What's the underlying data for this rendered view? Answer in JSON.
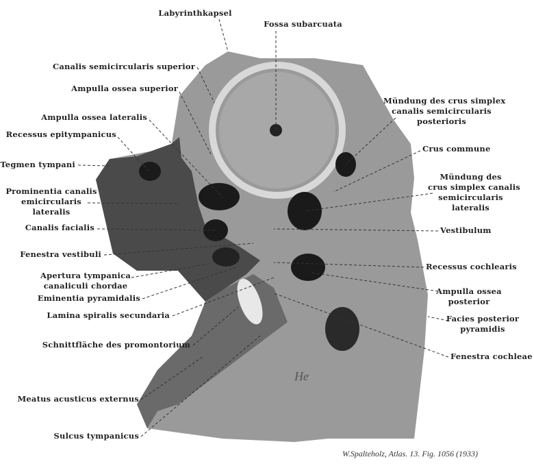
{
  "labels": {
    "labyrinthkapsel": "Labyrinthkapsel",
    "fossa_subarcuata": "Fossa subarcuata",
    "canalis_semicircularis_superior": "Canalis semicircularis superior",
    "ampulla_ossea_superior": "Ampulla ossea superior",
    "ampulla_ossea_lateralis": "Ampulla ossea lateralis",
    "recessus_epitympanicus": "Recessus epitympanicus",
    "tegmen_tympani": "Tegmen tympani",
    "prominentia": [
      "Prominentia canalis",
      "emicircularis",
      "lateralis"
    ],
    "canalis_facialis": "Canalis facialis",
    "fenestra_vestibuli": "Fenestra vestibuli",
    "apertura": [
      "Apertura tympanica",
      "canaliculi chordae"
    ],
    "eminentia_pyramidalis": "Eminentia pyramidalis",
    "lamina_spiralis_secundaria": "Lamina spiralis secundaria",
    "schnittflaeche": "Schnittfläche des promontorium",
    "meatus_acusticus_externus": "Meatus acusticus externus",
    "sulcus_tympanicus": "Sulcus tympanicus",
    "muendung_posterioris": [
      "Mündung des crus simplex",
      "canalis semicircularis",
      "posterioris"
    ],
    "crus_commune": "Crus commune",
    "muendung_lateralis": [
      "Mündung des",
      "crus simplex canalis",
      "semicircularis",
      "lateralis"
    ],
    "vestibulum": "Vestibulum",
    "recessus_cochlearis": "Recessus cochlearis",
    "ampulla_ossea_posterior": [
      "Ampulla ossea",
      "posterior"
    ],
    "facies_posterior_pyramidis": [
      "Facies posterior",
      "pyramidis"
    ],
    "fenestra_cochleae": "Fenestra cochleae"
  },
  "caption": "W.Spalteholz, Atlas. 13. Fig. 1056 (1933)",
  "colors": {
    "bone_light": "#9a9a9a",
    "bone_dark": "#3a3a3a",
    "hole": "#1a1a1a"
  }
}
